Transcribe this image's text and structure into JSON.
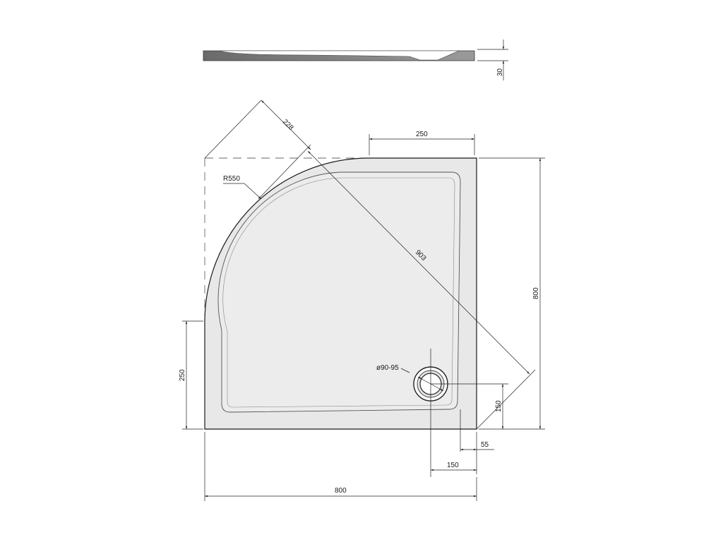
{
  "dimensions": {
    "thickness": "30",
    "diagonal_offset": "228",
    "top_flat_width": "250",
    "radius": "R550",
    "diagonal": "903",
    "height": "800",
    "left_flat_height": "250",
    "drain_diameter": "ø90-95",
    "drain_from_bottom": "150",
    "rim_offset": "55",
    "drain_from_right": "150",
    "width": "800"
  }
}
